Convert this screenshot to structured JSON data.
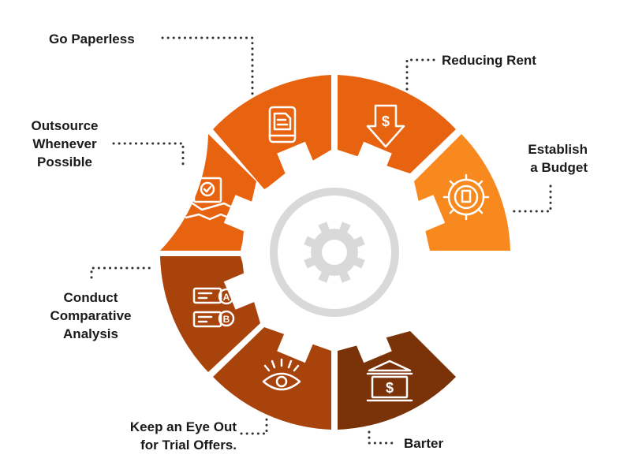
{
  "colors": {
    "background": "#ffffff",
    "segment_light": "#f7891f",
    "segment_mid": "#e8630f",
    "segment_dark": "#a9430c",
    "segment_darkest": "#7a3208",
    "gear_fill": "#ffffff",
    "gear_ring": "#d9d9d9",
    "leader_dots": "#333333",
    "text": "#1a1a1a"
  },
  "segments": [
    {
      "label_lines": [
        "Go Paperless"
      ],
      "icon": "mobile-document-icon"
    },
    {
      "label_lines": [
        "Reducing Rent"
      ],
      "icon": "dollar-down-arrow-icon"
    },
    {
      "label_lines": [
        "Establish",
        "a Budget"
      ],
      "icon": "gear-building-icon"
    },
    {
      "label_lines": [
        "Outsource",
        "Whenever",
        "Possible"
      ],
      "icon": "handshake-contract-icon"
    },
    {
      "label_lines": [
        "Conduct",
        "Comparative",
        "Analysis"
      ],
      "icon": "compare-ab-icon"
    },
    {
      "label_lines": [
        "Keep an Eye Out",
        "for Trial Offers."
      ],
      "icon": "eye-icon"
    },
    {
      "label_lines": [
        "Barter"
      ],
      "icon": "bank-dollar-icon"
    }
  ],
  "center_icon": "gear-icon"
}
